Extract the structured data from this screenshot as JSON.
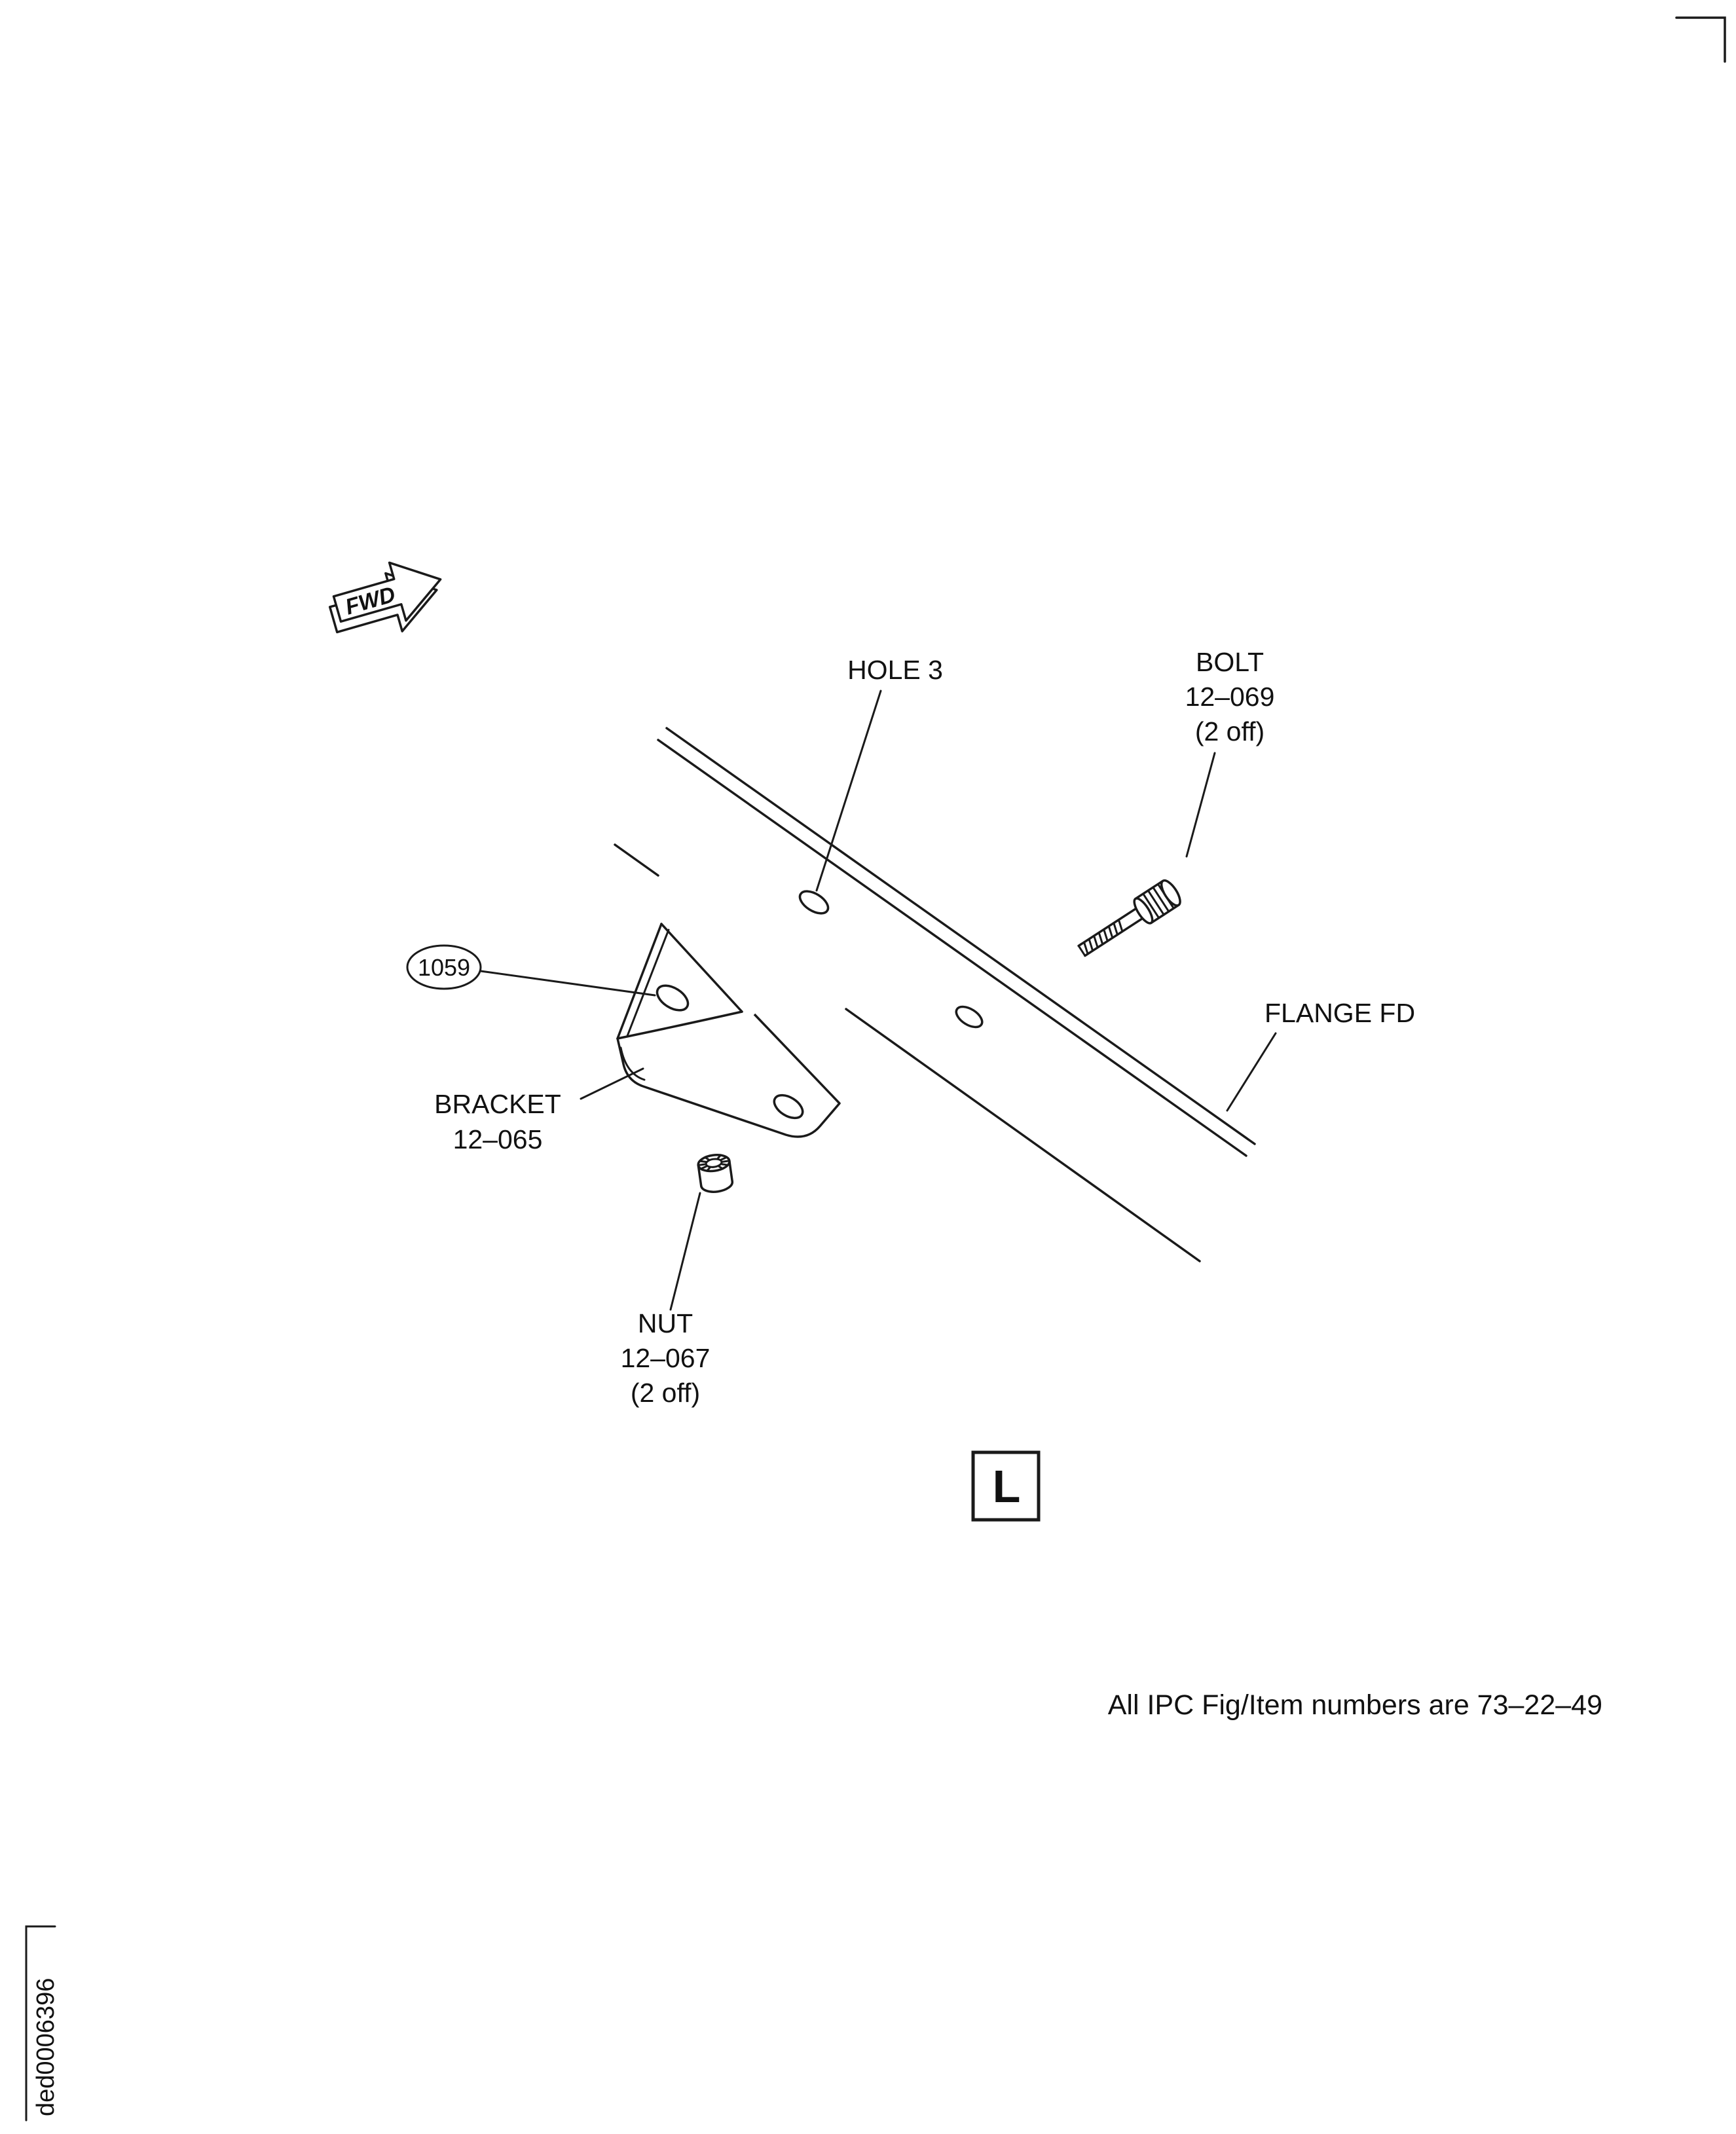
{
  "page": {
    "detail_letter": "L",
    "footer_note": "All IPC Fig/Item numbers are 73–22–49",
    "doc_number": "ded0006396"
  },
  "labels": {
    "fwd": "FWD",
    "hole": "HOLE 3",
    "bolt": {
      "name": "BOLT",
      "number": "12–069",
      "qty": "(2 off)"
    },
    "flange": "FLANGE FD",
    "item_callout": "1059",
    "bracket": {
      "name": "BRACKET",
      "number": "12–065"
    },
    "nut": {
      "name": "NUT",
      "number": "12–067",
      "qty": "(2 off)"
    }
  },
  "colors": {
    "line": "#1a1a1a",
    "background": "#ffffff"
  }
}
